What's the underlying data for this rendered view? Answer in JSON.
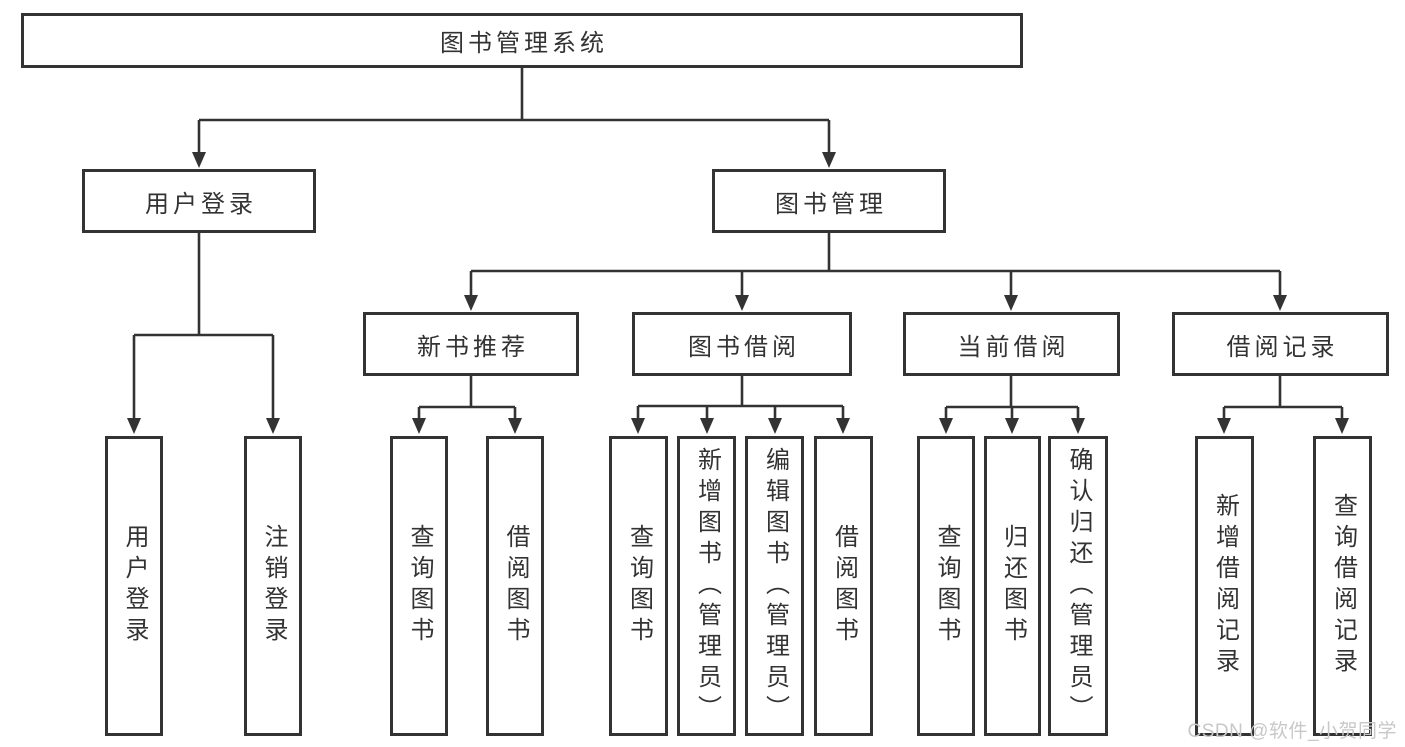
{
  "colors": {
    "line": "#333333",
    "text": "#333333",
    "watermark": "#c8c8c8",
    "background": "#ffffff"
  },
  "watermark": "CSDN @软件_小贺同学",
  "tree": {
    "root": "图书管理系统",
    "login": {
      "label": "用户登录",
      "children": [
        "用户登录",
        "注销登录"
      ]
    },
    "mgmt": {
      "label": "图书管理",
      "groups": [
        {
          "label": "新书推荐",
          "children": [
            "查询图书",
            "借阅图书"
          ]
        },
        {
          "label": "图书借阅",
          "children": [
            "查询图书",
            "新增图书（管理员）",
            "编辑图书（管理员）",
            "借阅图书"
          ]
        },
        {
          "label": "当前借阅",
          "children": [
            "查询图书",
            "归还图书",
            "确认归还（管理员）"
          ]
        },
        {
          "label": "借阅记录",
          "children": [
            "新增借阅记录",
            "查询借阅记录"
          ]
        }
      ]
    }
  }
}
